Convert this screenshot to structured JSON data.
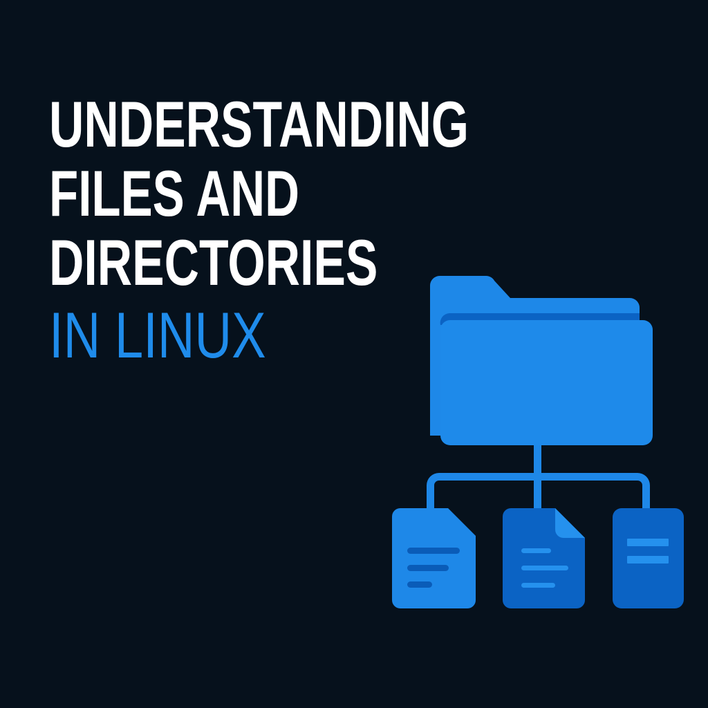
{
  "title": {
    "lines": [
      "UNDERSTANDING",
      "FILES AND",
      "DIRECTORIES",
      "IN LINUX"
    ],
    "primary_color": "#ffffff",
    "accent_color": "#1f8ceb"
  },
  "background_color": "#06111c",
  "illustration": {
    "icons": [
      "folder-icon",
      "connector-lines",
      "file-icon",
      "document-icon",
      "file-icon"
    ],
    "colors": {
      "light_blue": "#1e88e8",
      "dark_blue": "#0b63c4",
      "line_dark": "#0a5cb8",
      "line_light": "#2591ee"
    }
  }
}
